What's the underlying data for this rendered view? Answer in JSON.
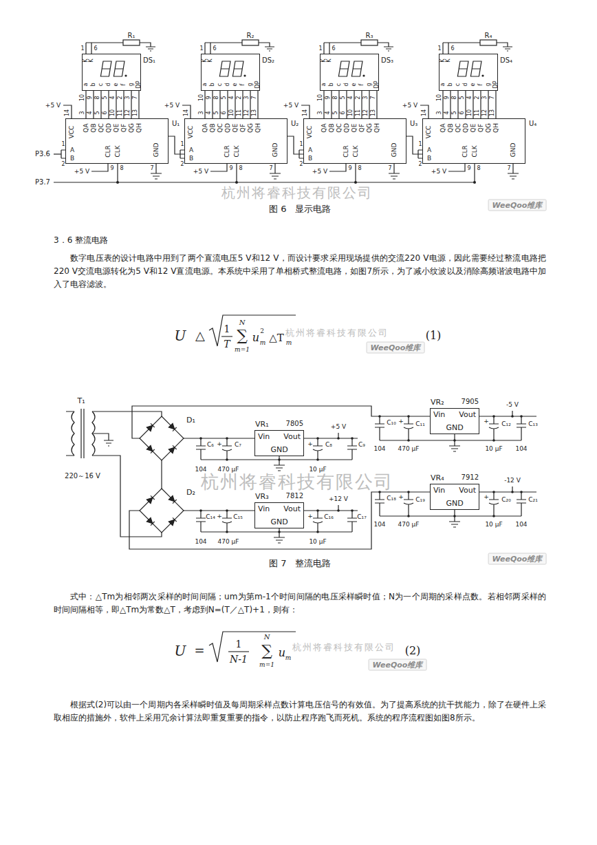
{
  "diagram": {
    "nodes": [
      {
        "text": [
          "DS₁"
        ]
      },
      {
        "text": [
          "DS₂"
        ]
      },
      {
        "text": [
          "DS₃"
        ]
      },
      {
        "text": [
          "DS₄"
        ]
      },
      {
        "text": [
          "U₁"
        ]
      },
      {
        "text": [
          "U₂"
        ]
      },
      {
        "text": [
          "U₃"
        ]
      },
      {
        "text": [
          "U₄"
        ]
      },
      {
        "text": [
          "D₁"
        ]
      },
      {
        "text": [
          "VR₁",
          "7805",
          "Vin",
          "Vout",
          "GND"
        ]
      },
      {
        "text": [
          "VR₂",
          "7905",
          "Vin",
          "Vout",
          "GND"
        ]
      },
      {
        "text": [
          "D₂"
        ]
      },
      {
        "text": [
          "VR₃",
          "7812",
          "Vin",
          "Vout",
          "GND"
        ]
      },
      {
        "text": [
          "VR₄",
          "7912",
          "Vin",
          "Vout",
          "GND"
        ]
      }
    ],
    "edges": [
      {
        "from": 4,
        "to": 0,
        "arrow": "none"
      },
      {
        "from": 4,
        "to": 0,
        "arrow": "none"
      },
      {
        "from": 4,
        "to": 0,
        "arrow": "none"
      },
      {
        "from": 4,
        "to": 0,
        "arrow": "none"
      },
      {
        "from": 4,
        "to": 0,
        "arrow": "none"
      },
      {
        "from": 4,
        "to": 0,
        "arrow": "none"
      },
      {
        "from": 4,
        "to": 0,
        "arrow": "none"
      },
      {
        "from": 4,
        "to": 0,
        "arrow": "none"
      },
      {
        "from": 5,
        "to": 1,
        "arrow": "none"
      },
      {
        "from": 5,
        "to": 1,
        "arrow": "none"
      },
      {
        "from": 5,
        "to": 1,
        "arrow": "none"
      },
      {
        "from": 5,
        "to": 1,
        "arrow": "none"
      },
      {
        "from": 5,
        "to": 1,
        "arrow": "none"
      },
      {
        "from": 5,
        "to": 1,
        "arrow": "none"
      },
      {
        "from": 5,
        "to": 1,
        "arrow": "none"
      },
      {
        "from": 5,
        "to": 1,
        "arrow": "none"
      },
      {
        "from": 6,
        "to": 2,
        "arrow": "none"
      },
      {
        "from": 6,
        "to": 2,
        "arrow": "none"
      },
      {
        "from": 6,
        "to": 2,
        "arrow": "none"
      },
      {
        "from": 6,
        "to": 2,
        "arrow": "none"
      },
      {
        "from": 6,
        "to": 2,
        "arrow": "none"
      },
      {
        "from": 6,
        "to": 2,
        "arrow": "none"
      },
      {
        "from": 6,
        "to": 2,
        "arrow": "none"
      },
      {
        "from": 6,
        "to": 2,
        "arrow": "none"
      },
      {
        "from": 7,
        "to": 3,
        "arrow": "none"
      },
      {
        "from": 7,
        "to": 3,
        "arrow": "none"
      },
      {
        "from": 7,
        "to": 3,
        "arrow": "none"
      },
      {
        "from": 7,
        "to": 3,
        "arrow": "none"
      },
      {
        "from": 7,
        "to": 3,
        "arrow": "none"
      },
      {
        "from": 7,
        "to": 3,
        "arrow": "none"
      },
      {
        "from": 7,
        "to": 3,
        "arrow": "none"
      },
      {
        "from": 7,
        "to": 3,
        "arrow": "none"
      },
      {
        "from": 4,
        "to": 5,
        "arrow": "none"
      },
      {
        "from": 5,
        "to": 6,
        "arrow": "none"
      },
      {
        "from": 6,
        "to": 7,
        "arrow": "none"
      },
      {
        "from": 8,
        "to": 9,
        "arrow": "none"
      },
      {
        "from": 8,
        "to": 10,
        "arrow": "none"
      },
      {
        "from": 11,
        "to": 12,
        "arrow": "none"
      },
      {
        "from": 11,
        "to": 13,
        "arrow": "none"
      }
    ],
    "labels": [
      "R₁",
      "1",
      "6",
      "K",
      "K",
      "10",
      "9",
      "8",
      "5",
      "4",
      "2",
      "3",
      "7",
      "a",
      "b",
      "c",
      "d",
      "e",
      "f",
      "g",
      "DP",
      "+5 V",
      "14",
      "3",
      "4",
      "5",
      "6",
      "10",
      "11",
      "12",
      "13",
      "VCC",
      "QA",
      "QB",
      "QC",
      "QD",
      "QE",
      "QF",
      "QG",
      "QH",
      "A",
      "B",
      "1",
      "2",
      "CLR",
      "CLK",
      "GND",
      "9",
      "8",
      "7",
      "+5 V",
      "R₂",
      "1",
      "6",
      "K",
      "K",
      "10",
      "9",
      "8",
      "5",
      "4",
      "2",
      "3",
      "7",
      "a",
      "b",
      "c",
      "d",
      "e",
      "f",
      "g",
      "DP",
      "+5 V",
      "14",
      "3",
      "4",
      "5",
      "6",
      "10",
      "11",
      "12",
      "13",
      "VCC",
      "QA",
      "QB",
      "QC",
      "QD",
      "QE",
      "QF",
      "QG",
      "QH",
      "A",
      "B",
      "1",
      "2",
      "CLR",
      "CLK",
      "GND",
      "9",
      "8",
      "7",
      "+5 V",
      "R₃",
      "1",
      "6",
      "K",
      "K",
      "10",
      "9",
      "8",
      "5",
      "4",
      "2",
      "3",
      "7",
      "a",
      "b",
      "c",
      "d",
      "e",
      "f",
      "g",
      "DP",
      "+5 V",
      "14",
      "3",
      "4",
      "5",
      "6",
      "10",
      "11",
      "12",
      "13",
      "VCC",
      "QA",
      "QB",
      "QC",
      "QD",
      "QE",
      "QF",
      "QG",
      "QH",
      "A",
      "B",
      "1",
      "2",
      "CLR",
      "CLK",
      "GND",
      "9",
      "8",
      "7",
      "+5 V",
      "R₄",
      "1",
      "6",
      "K",
      "K",
      "10",
      "9",
      "8",
      "5",
      "4",
      "2",
      "3",
      "7",
      "a",
      "b",
      "c",
      "d",
      "e",
      "f",
      "g",
      "DP",
      "+5 V",
      "14",
      "3",
      "4",
      "5",
      "6",
      "10",
      "11",
      "12",
      "13",
      "VCC",
      "QA",
      "QB",
      "QC",
      "QD",
      "QE",
      "QF",
      "QG",
      "QH",
      "A",
      "B",
      "1",
      "2",
      "CLR",
      "CLK",
      "GND",
      "9",
      "8",
      "7",
      "+5 V",
      "P3.6",
      "P3.7",
      "杭州将睿科技有限公司",
      "图 6   显示电路",
      "WeeQoo维库",
      "3．6 整流电路",
      "数字电压表的设计电路中用到了两个直流电压5 V和12 V，而设计要求采用现场提供的交流220 V电源，因此需要经过整流电路把220 V交流电源转化为5 V和12 V直流电源。本系统中采用了单相桥式整流电路，如图7所示，为了减小纹波以及消除高频谐波电路中加入了电容滤波。",
      "U",
      "△",
      "1",
      "T",
      "N",
      "∑",
      "m=1",
      "u",
      "2",
      "m",
      "△T",
      "m",
      "(1)",
      "杭州将睿科技有限公司",
      "WeeQoo维库",
      "T₁",
      "220～16 V",
      "C₆",
      "104",
      "+",
      "C₇",
      "470 μF",
      "+5 V",
      "+",
      "C₈",
      "10 μF",
      "C₉",
      "-5 V",
      "C₁₀",
      "104",
      "+",
      "C₁₁",
      "470 μF",
      "+",
      "C₁₂",
      "10 μF",
      "C₁₃",
      "104",
      "C₁₄",
      "104",
      "+",
      "C₁₅",
      "470 μF",
      "+12 V",
      "+",
      "C₁₆",
      "10 μF",
      "C₁₇",
      "-12 V",
      "C₁₈",
      "104",
      "+",
      "C₁₉",
      "470 μF",
      "+",
      "C₂₀",
      "10 μF",
      "C₂₁",
      "104",
      "杭州将睿科技有限公司",
      "图 7   整流电路",
      "WeeQoo维库",
      "式中：△Tm为相邻两次采样的时间间隔；um为第m-1个时间间隔的电压采样瞬时值；N为一个周期的采样点数。若相邻两采样的时间间隔相等，即△Tm为常数△T，考虑到N=(T／△T)+1，则有：",
      "U",
      "=",
      "1",
      "N-1",
      "N",
      "∑",
      "m=1",
      "u",
      "m",
      "(2)",
      "杭州将睿科技有限公司",
      "WeeQoo维库",
      "根据式(2)可以由一个周期内各采样瞬时值及每周期采样点数计算电压信号的有效值。为了提高系统的抗干扰能力，除了在硬件上采取相应的措施外，软件上采用冗余计算法即重复重要的指令，以防止程序跑飞而死机。系统的程序流程图如图8所示。"
    ]
  }
}
